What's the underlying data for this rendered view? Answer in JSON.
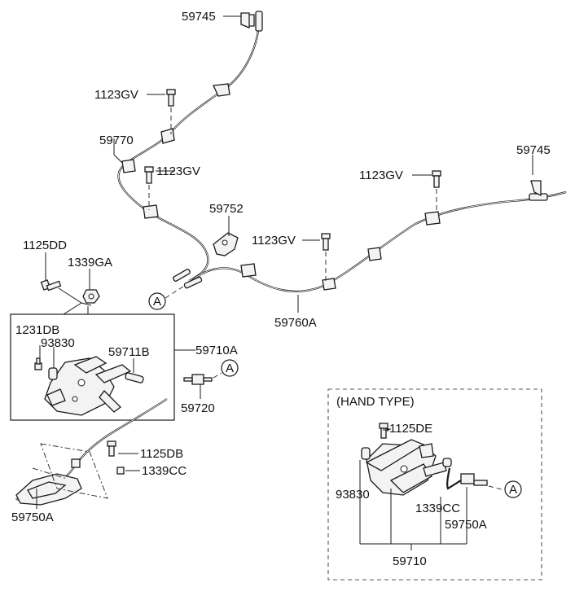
{
  "labels": {
    "c59745_top": "59745",
    "c1123gv_a": "1123GV",
    "c59770": "59770",
    "c1123gv_b": "1123GV",
    "c59752": "59752",
    "c1123gv_c": "1123GV",
    "c59745_right": "59745",
    "c1123gv_d": "1123GV",
    "c1125dd": "1125DD",
    "c1339ga": "1339GA",
    "c59760a": "59760A",
    "c1231db": "1231DB",
    "c93830": "93830",
    "c59711b": "59711B",
    "c59710a": "59710A",
    "c59720": "59720",
    "c1125db": "1125DB",
    "c1339cc": "1339CC",
    "c59750a": "59750A",
    "hand_type": "(HAND TYPE)",
    "h1125de": "1125DE",
    "h93830": "93830",
    "h1339cc": "1339CC",
    "h59750a": "59750A",
    "h59710": "59710"
  },
  "refs": {
    "a1": "A",
    "a2": "A",
    "a3": "A"
  }
}
